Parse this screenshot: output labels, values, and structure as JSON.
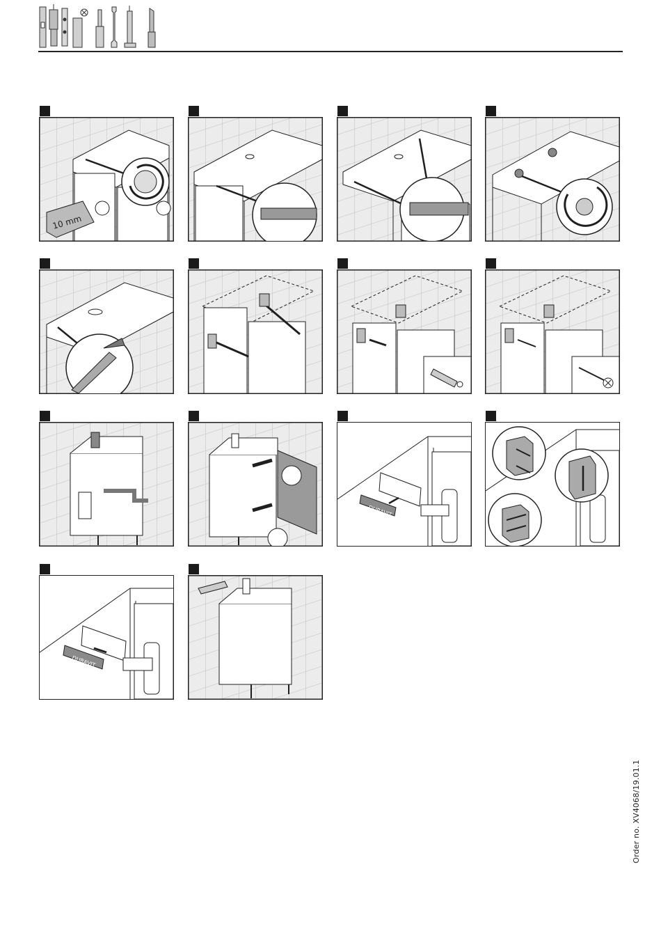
{
  "header": {
    "tool_icons": [
      "spirit-level-icon",
      "drill-icon",
      "bit-icon",
      "no-screwdriver-icon",
      "screwdriver-icon",
      "spanner-icon",
      "caulk-gun-icon",
      "knife-icon"
    ]
  },
  "steps": [
    {
      "id": 1,
      "scene": "tiles-vanity-level-check",
      "callout": "10 mm"
    },
    {
      "id": 2,
      "scene": "basin-mark-underside"
    },
    {
      "id": 3,
      "scene": "basin-mark-underside-alt"
    },
    {
      "id": 4,
      "scene": "basin-tighten-nuts"
    },
    {
      "id": 5,
      "scene": "basin-cut-pipe"
    },
    {
      "id": 6,
      "scene": "cabinet-fit-brackets"
    },
    {
      "id": 7,
      "scene": "cabinet-dowel-fixing",
      "inset": "wall-plug-icon"
    },
    {
      "id": 8,
      "scene": "cabinet-screw-fixing",
      "inset": "screw-icon"
    },
    {
      "id": 9,
      "scene": "connect-siphon"
    },
    {
      "id": 10,
      "scene": "fit-door"
    },
    {
      "id": 11,
      "scene": "hinge-cover-remove",
      "brand": "DURAVIT"
    },
    {
      "id": 12,
      "scene": "hinge-adjust",
      "insets": [
        "adjust-depth-icon",
        "adjust-height-icon",
        "adjust-side-icon"
      ]
    },
    {
      "id": 13,
      "scene": "hinge-cover-fit",
      "brand": "DURAVIT"
    },
    {
      "id": 14,
      "scene": "silicone-seal"
    }
  ],
  "footer": {
    "order_number": "Order no. XV4068/19.01.1"
  },
  "colors": {
    "line": "#1f1f1f",
    "tile": "#e8e8e8",
    "grout": "#c9c9c9",
    "door_grey": "#9a9a9a",
    "badge": "#8a8a8a"
  }
}
